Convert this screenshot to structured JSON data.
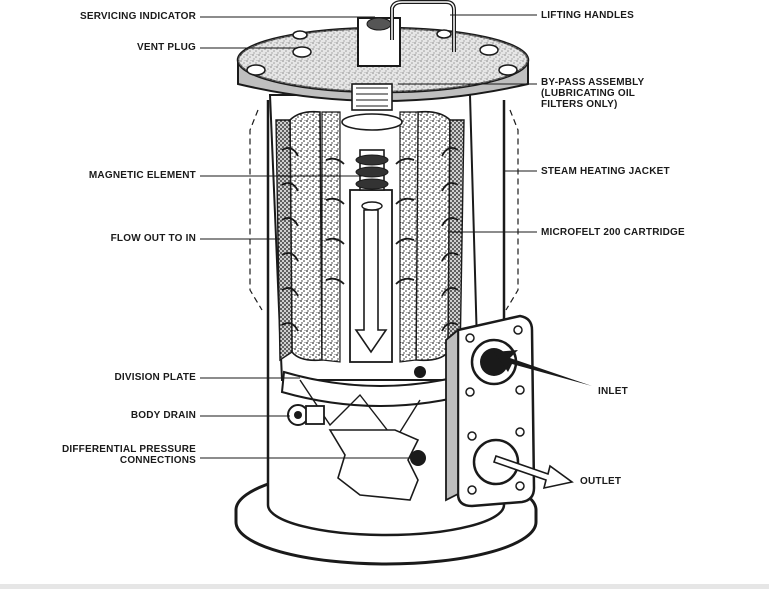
{
  "labels": {
    "servicing_indicator": "SERVICING INDICATOR",
    "vent_plug": "VENT PLUG",
    "magnetic_element": "MAGNETIC ELEMENT",
    "flow_out_to_in": "FLOW OUT TO IN",
    "division_plate": "DIVISION PLATE",
    "body_drain": "BODY DRAIN",
    "differential_pressure_1": "DIFFERENTIAL PRESSURE",
    "differential_pressure_2": "CONNECTIONS",
    "lifting_handles": "LIFTING HANDLES",
    "bypass_1": "BY-PASS ASSEMBLY",
    "bypass_2": "(LUBRICATING OIL",
    "bypass_3": "FILTERS ONLY)",
    "steam_heating_jacket": "STEAM HEATING JACKET",
    "microfelt_cartridge": "MICROFELT 200 CARTRIDGE",
    "inlet": "INLET",
    "outlet": "OUTLET"
  },
  "colors": {
    "ink": "#1a1a1a",
    "background": "#ffffff",
    "stipple": "#3a3a3a"
  }
}
